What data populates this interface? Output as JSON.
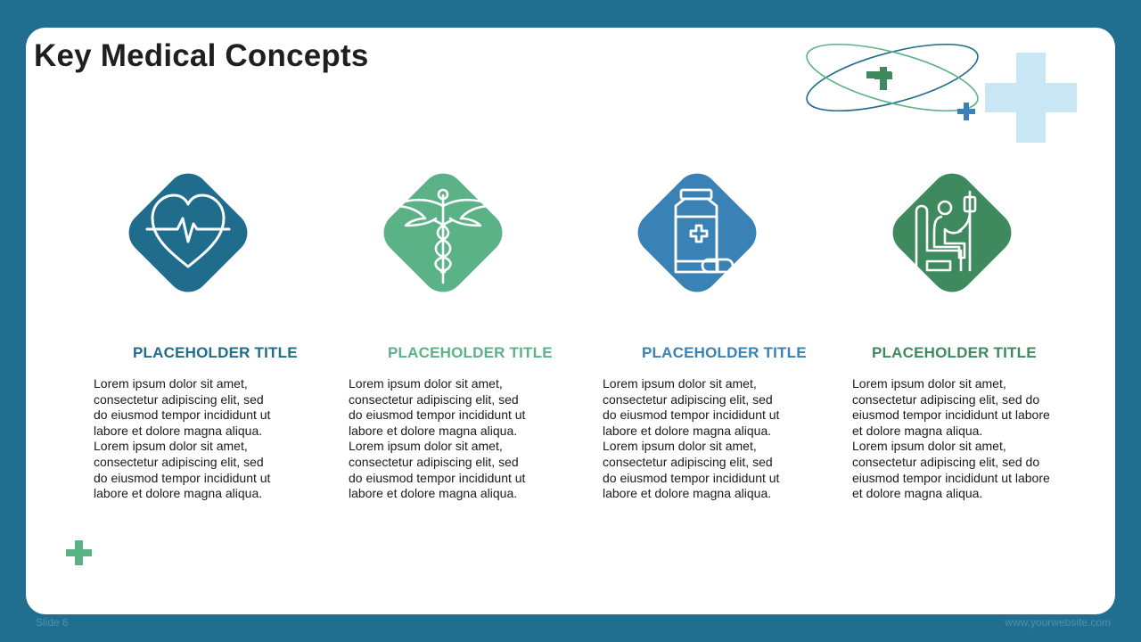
{
  "slide": {
    "title": "Key Medical Concepts",
    "slide_number": "Slide 6",
    "website": "www.yourwebsite.com"
  },
  "colors": {
    "frame": "#206f91",
    "navy": "#1f6c8d",
    "light_green": "#5cb287",
    "blue": "#3a81b6",
    "dark_green": "#3e8a5e",
    "pale_blue": "#c8e6f3"
  },
  "items": [
    {
      "icon": "heartbeat-icon",
      "color": "#1f6c8d",
      "title": "PLACEHOLDER TITLE",
      "text": "Lorem ipsum dolor sit amet, consectetur adipiscing elit, sed do eiusmod tempor incididunt ut labore et dolore magna aliqua.\n Lorem ipsum dolor sit amet, consectetur adipiscing elit, sed do eiusmod tempor incididunt ut labore et dolore magna aliqua."
    },
    {
      "icon": "caduceus-icon",
      "color": "#5cb287",
      "title": "PLACEHOLDER TITLE",
      "text": "Lorem ipsum dolor sit amet, consectetur adipiscing elit, sed do eiusmod tempor incididunt ut labore et dolore magna aliqua.\n Lorem ipsum dolor sit amet, consectetur adipiscing elit, sed do eiusmod tempor incididunt ut labore et dolore magna aliqua."
    },
    {
      "icon": "medicine-bottle-icon",
      "color": "#3a81b6",
      "title": "PLACEHOLDER TITLE",
      "text": "Lorem ipsum dolor sit amet, consectetur adipiscing elit, sed do eiusmod tempor incididunt ut labore et dolore magna aliqua.\n Lorem ipsum dolor sit amet, consectetur adipiscing elit, sed do eiusmod tempor incididunt ut labore et dolore magna aliqua."
    },
    {
      "icon": "iv-patient-icon",
      "color": "#3e8a5e",
      "title": "PLACEHOLDER TITLE",
      "text": "Lorem ipsum dolor sit amet, consectetur adipiscing elit, sed do eiusmod tempor incididunt ut labore et dolore magna aliqua.\n Lorem ipsum dolor sit amet, consectetur adipiscing elit, sed do eiusmod tempor incididunt ut labore et dolore magna aliqua."
    }
  ]
}
